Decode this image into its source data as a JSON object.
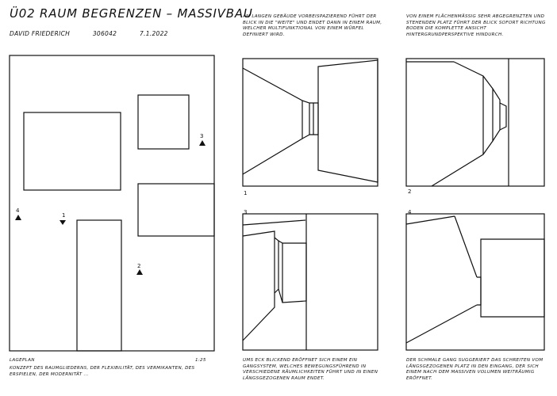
{
  "header": {
    "title": "Ü02 RAUM BEGRENZEN – MASSIVBAU",
    "author": "DAVID FRIEDERICH",
    "id": "306042",
    "date": "7.1.2022"
  },
  "plan": {
    "label": "LAGEPLAN",
    "scale": "1:25",
    "caption": "KONZEPT DES RAUMGLIEDERNS, DER FLEXIBILITÄT, DES VERMIKANTEN, DES ERSPIELEN, DER MODERNITÄT ...",
    "markers": [
      "1",
      "2",
      "3",
      "4"
    ]
  },
  "views": [
    {
      "number": "1",
      "text": "AM LANGEN GEBÄUDE VORBEISPAZIEREND FÜHRT DER BLICK IN DIE \"WEITE\" UND ENDET DANN IN EINEM RAUM, WELCHER MULTIFUNKTIONAL VON EINEM WÜRFEL DEFINIERT WIRD."
    },
    {
      "number": "2",
      "text": "VON EINEM FLÄCHENMÄSSIG SEHR ABGEGRENZTEN UND STEHENDEN PLATZ FÜHRT DER BLICK SOFORT RICHTUNG BODEN DIE KOMPLETTE ANSICHT HINTERGRUNDPERSPEKTIVE HINDURCH."
    },
    {
      "number": "3",
      "text": "UMS ECK BLICKEND ERÖFFNET SICH EINEM EIN GANGSYSTEM, WELCHES BEWEGUNGSFÜHREND IN VERSCHIEDENE RÄUMLICHKEITEN FÜHRT UND IN EINEN LÄNGSGEZOGENEN RAUM ENDET."
    },
    {
      "number": "4",
      "text": "DER SCHMALE GANG SUGGERIERT DAS SCHREITEN VOM LÄNGSGEZOGENEN PLATZ IN DEN EINGANG, DER SICH EINEM NACH DEM MASSIVEN VOLUMEN WEITRÄUMIG ERÖFFNET."
    }
  ],
  "colors": {
    "ink": "#111111",
    "paper": "#ffffff"
  }
}
